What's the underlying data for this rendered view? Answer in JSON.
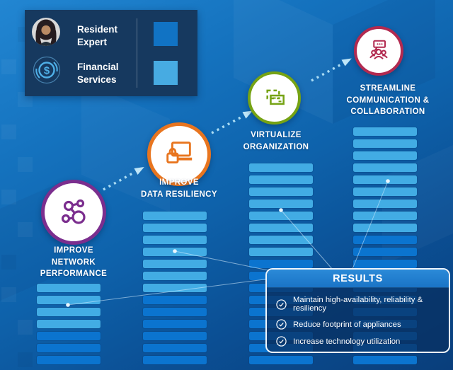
{
  "legend": {
    "items": [
      {
        "label": "Resident\nExpert",
        "icon": "avatar",
        "swatch": "#1173c4"
      },
      {
        "label": "Financial\nServices",
        "icon": "dollar-coin-icon",
        "swatch": "#47abe2"
      }
    ]
  },
  "steps": [
    {
      "label": "IMPROVE\nNETWORK\nPERFORMANCE",
      "ring": "#7b2e8e",
      "icon": "network-nodes-icon"
    },
    {
      "label": "IMPROVE\nDATA RESILIENCY",
      "ring": "#e8751f",
      "icon": "laptop-lock-icon"
    },
    {
      "label": "VIRTUALIZE\nORGANIZATION",
      "ring": "#76a314",
      "icon": "virtual-machines-icon"
    },
    {
      "label": "STREAMLINE\nCOMMUNICATION &\nCOLLABORATION",
      "ring": "#b22a50",
      "icon": "team-chat-icon"
    }
  ],
  "results": {
    "title": "RESULTS",
    "items": [
      "Maintain high-availability, reliability & resiliency",
      "Reduce footprint of appliances",
      "Increase technology utilization"
    ]
  },
  "chart_data": {
    "type": "bar",
    "title": "Ascending stacks of horizontal bar segments under each step",
    "categories": [
      "Improve Network Performance",
      "Improve Data Resiliency",
      "Virtualize Organization",
      "Streamline Communication & Collaboration"
    ],
    "series": [
      {
        "name": "Financial Services (light segments, top of stack)",
        "color": "#42ace4",
        "values": [
          4,
          7,
          8,
          9
        ]
      },
      {
        "name": "Resident Expert (dark segments, bottom of stack)",
        "color": "#0b74cf",
        "values": [
          3,
          6,
          9,
          11
        ]
      }
    ],
    "total_segments": [
      7,
      13,
      17,
      20
    ],
    "legend_position": "top-left"
  },
  "colors": {
    "background_top": "#2286d2",
    "background_bottom": "#093e7b",
    "legend_bg": "#16395f",
    "panel_bg": "rgba(9,47,96,0.72)",
    "panel_header": "#1d7ccd",
    "arrow_dots": "#aadcf4",
    "text": "#ffffff"
  }
}
